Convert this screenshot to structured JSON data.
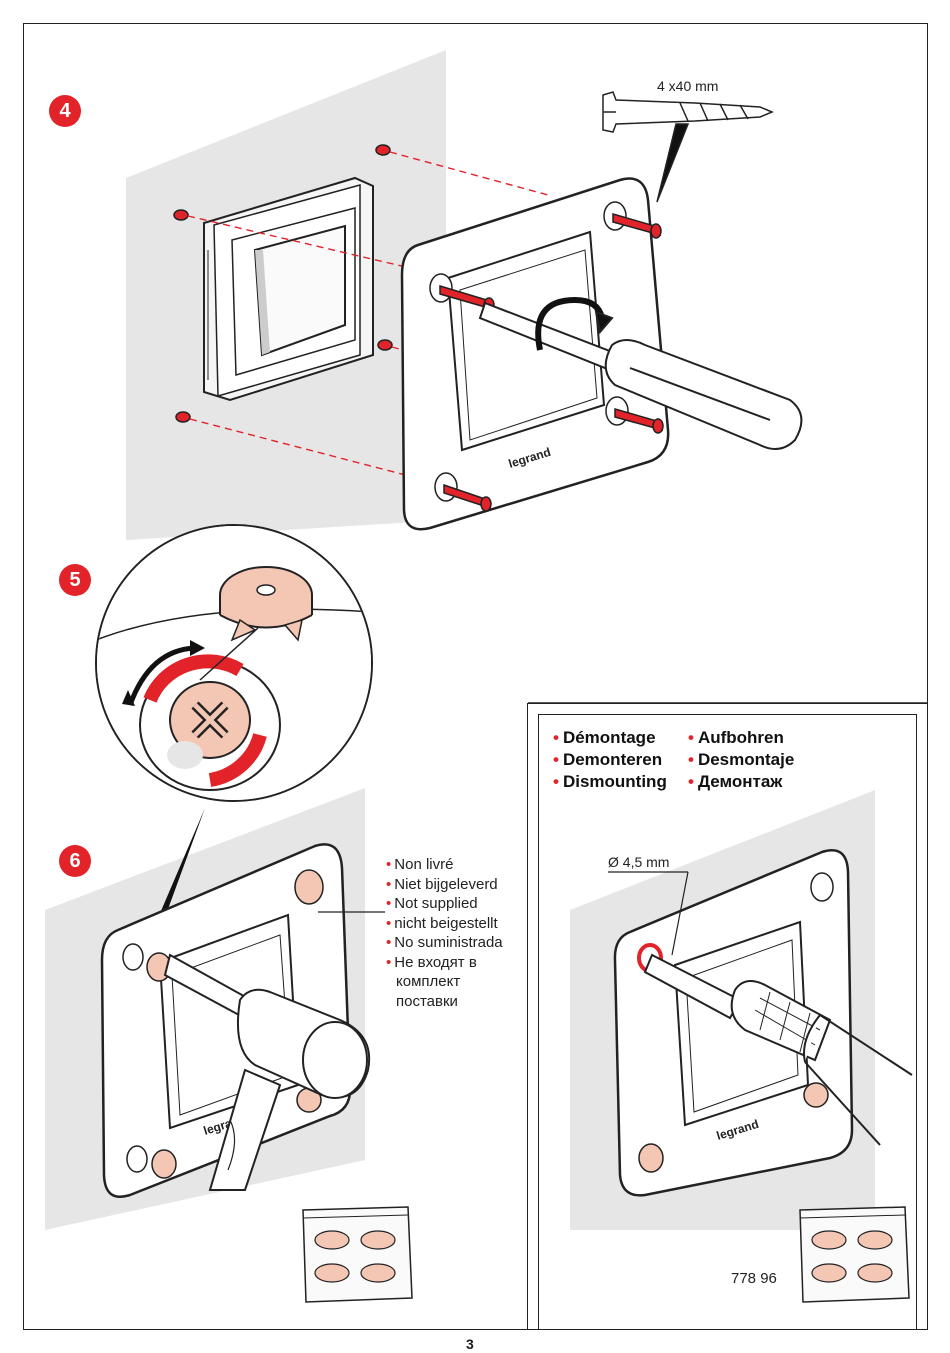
{
  "steps": {
    "step4": "4",
    "step5": "5",
    "step6": "6"
  },
  "screw_spec": "4 x40 mm",
  "drill_spec": "Ø 4,5 mm",
  "brand": "legrand",
  "not_supplied": [
    "Non livré",
    "Niet bijgeleverd",
    "Not supplied",
    "nicht beigestellt",
    "No suministrada",
    "Не входят в",
    "комплект",
    "поставки"
  ],
  "dismount_col1": [
    "Démontage",
    "Demonteren",
    "Dismounting"
  ],
  "dismount_col2": [
    "Aufbohren",
    "Desmontaje",
    "Демонтаж"
  ],
  "part_code": "778 96",
  "page_number": "3",
  "colors": {
    "accent": "#e2232a",
    "gray": "#e6e6e6",
    "skin": "#f4c7b4"
  }
}
